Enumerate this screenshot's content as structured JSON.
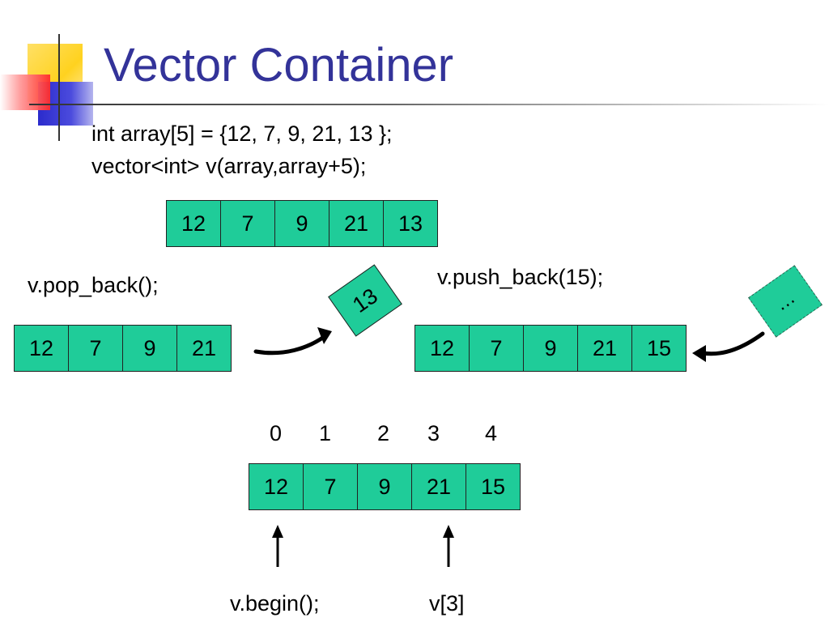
{
  "slide": {
    "title": "Vector Container",
    "code_line1": "int array[5] = {12, 7, 9, 21, 13 };",
    "code_line2": "vector<int> v(array,array+5);",
    "initial_array": [
      "12",
      "7",
      "9",
      "21",
      "13"
    ],
    "pop": {
      "label": "v.pop_back();",
      "array": [
        "12",
        "7",
        "9",
        "21"
      ],
      "popped_value": "13"
    },
    "push": {
      "label": "v.push_back(15);",
      "array": [
        "12",
        "7",
        "9",
        "21",
        "15"
      ],
      "incoming_value": "…"
    },
    "indexed": {
      "indices": [
        "0",
        "1",
        "2",
        "3",
        "4"
      ],
      "array": [
        "12",
        "7",
        "9",
        "21",
        "15"
      ],
      "begin_label": "v.begin();",
      "subscript_label": "v[3]"
    }
  },
  "colors": {
    "title": "#333399",
    "cell_fill": "#1fcc99",
    "deco_yellow": "#ffd21f",
    "deco_blue": "#3333cc",
    "deco_red": "#ff3333"
  }
}
